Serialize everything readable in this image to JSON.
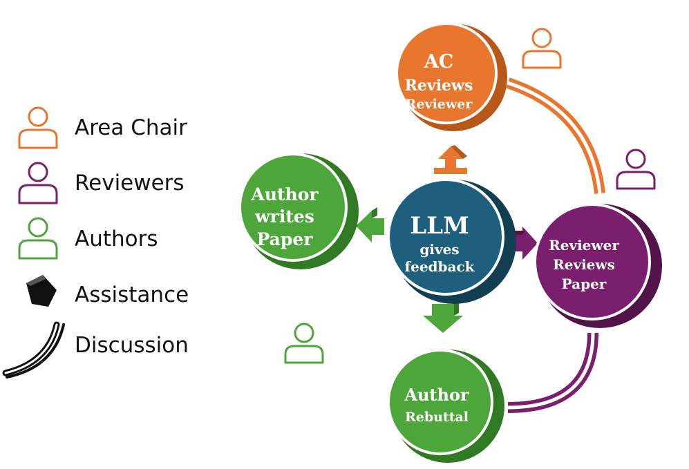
{
  "colors": {
    "area_chair": "#E8762F",
    "reviewers": "#7A1E6E",
    "authors": "#4DA63A",
    "llm": "#1D5F7C",
    "assistance": "#111111",
    "discussion": "#111111"
  },
  "legend": [
    {
      "label": "Area Chair",
      "icon": "person-icon",
      "role": "area_chair"
    },
    {
      "label": "Reviewers",
      "icon": "person-icon",
      "role": "reviewers"
    },
    {
      "label": "Authors",
      "icon": "person-icon",
      "role": "authors"
    },
    {
      "label": "Assistance",
      "icon": "block-arrow-icon",
      "role": "assistance"
    },
    {
      "label": "Discussion",
      "icon": "curved-stroke-icon",
      "role": "discussion"
    }
  ],
  "nodes": {
    "llm": {
      "lines": [
        "LLM",
        "gives",
        "feedback"
      ],
      "color": "llm"
    },
    "author_writes": {
      "lines": [
        "Author",
        "writes",
        "Paper"
      ],
      "color": "authors"
    },
    "ac_reviews": {
      "lines": [
        "AC",
        "Reviews",
        "Reviewer"
      ],
      "color": "area_chair"
    },
    "reviewer_reviews": {
      "lines": [
        "Reviewer",
        "Reviews",
        "Paper"
      ],
      "color": "reviewers"
    },
    "author_rebuttal": {
      "lines": [
        "Author",
        "Rebuttal"
      ],
      "color": "authors"
    }
  }
}
